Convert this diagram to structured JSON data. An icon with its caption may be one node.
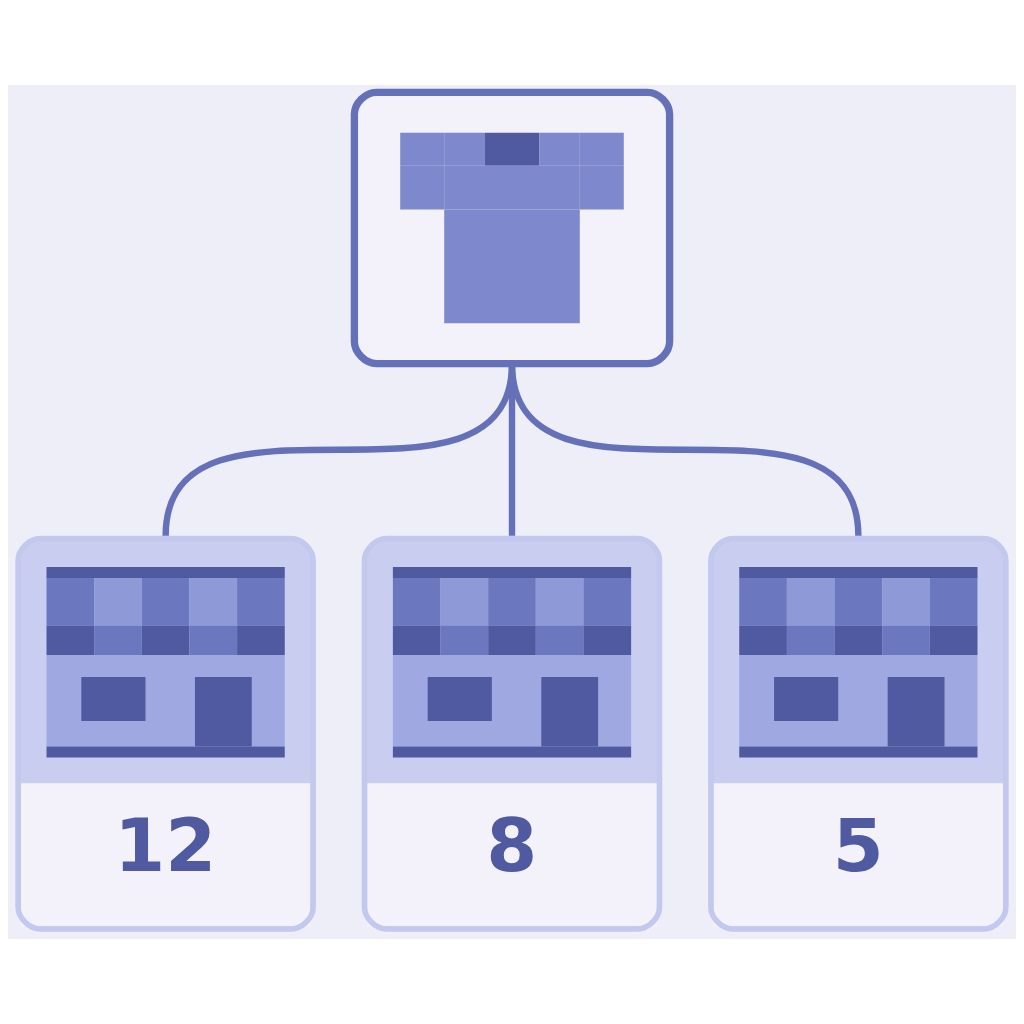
{
  "diagram": {
    "nodes": [
      {
        "text": [],
        "shape": "picture"
      },
      {
        "text": [
          "12"
        ]
      },
      {
        "text": [
          "8"
        ]
      },
      {
        "text": [
          "5"
        ]
      }
    ],
    "edges": [
      {
        "from": 0,
        "to": 1,
        "arrow": "none"
      },
      {
        "from": 0,
        "to": 2,
        "arrow": "none"
      },
      {
        "from": 0,
        "to": 3,
        "arrow": "none"
      }
    ]
  }
}
